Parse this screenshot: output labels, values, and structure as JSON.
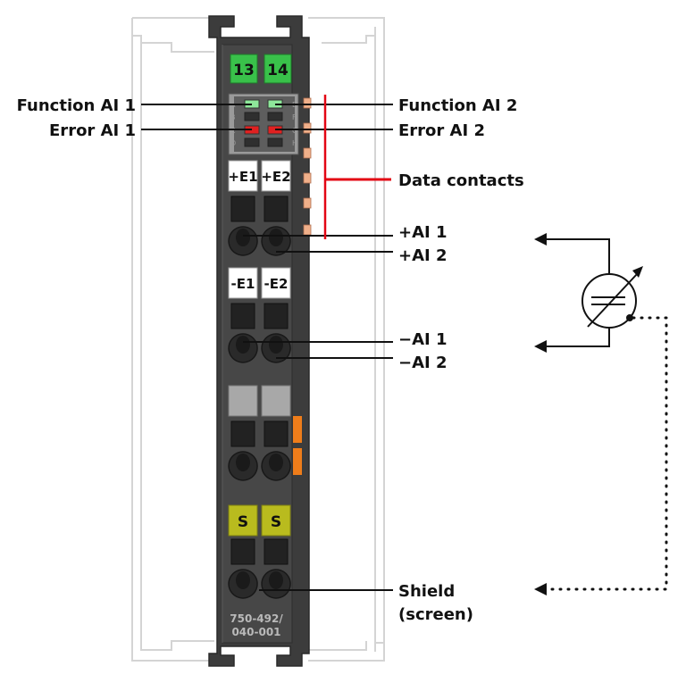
{
  "module": {
    "part_number_line1": "750-492/",
    "part_number_line2": "040-001",
    "top_labels": [
      "13",
      "14"
    ],
    "plus_labels": [
      "+E1",
      "+E2"
    ],
    "minus_labels": [
      "-E1",
      "-E2"
    ],
    "shield_labels": [
      "S",
      "S"
    ],
    "led_letters_left": [
      "A",
      "B",
      "C",
      "D"
    ],
    "led_letters_right": [
      "E",
      "F",
      "G",
      "H"
    ]
  },
  "callouts": {
    "function_ai1": "Function AI 1",
    "error_ai1": "Error AI 1",
    "function_ai2": "Function AI 2",
    "error_ai2": "Error AI 2",
    "data_contacts": "Data contacts",
    "plus_ai1": "+AI 1",
    "plus_ai2": "+AI 2",
    "minus_ai1": "−AI 1",
    "minus_ai2": "−AI 2",
    "shield_line1": "Shield",
    "shield_line2": "(screen)"
  },
  "colors": {
    "housing": "#3c3c3c",
    "green_label": "#39c14a",
    "white_label": "#ffffff",
    "yellow_label": "#b9bb1e",
    "grey_label": "#a8a8a8",
    "orange_marker": "#ef7d1a",
    "data_contact_line": "#e30613",
    "led_green": "#8ee89a",
    "led_red": "#e02020",
    "contact_pad": "#f0b08a"
  }
}
